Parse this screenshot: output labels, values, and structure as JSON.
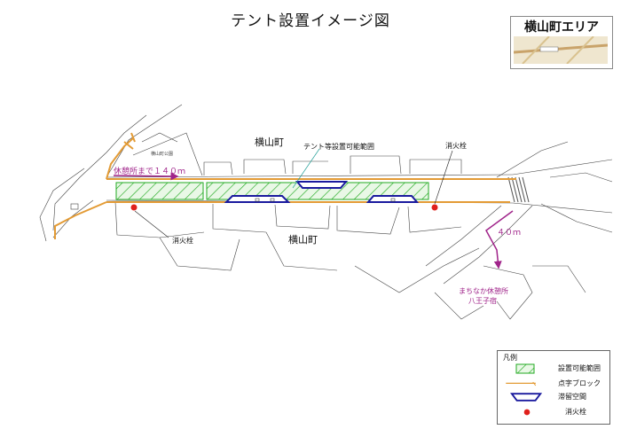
{
  "title": "テント設置イメージ図",
  "area": {
    "label": "横山町エリア"
  },
  "labels": {
    "town_north": "横山町",
    "town_south": "横山町",
    "tent_area": "テント等設置可能範囲",
    "hydrant_right": "消火栓",
    "hydrant_bottom": "消火栓",
    "rest_distance": "休憩所まで１４０ｍ",
    "distance_40": "４０ｍ",
    "rest_name_1": "まちなか休憩所",
    "rest_name_2": "八王子宿",
    "park": "横山町公園"
  },
  "legend": {
    "title": "凡例",
    "items": [
      {
        "label": "設置可能範囲",
        "icon": "hatched-area-swatch"
      },
      {
        "label": "点字ブロック",
        "icon": "tactile-paving-line"
      },
      {
        "label": "滞留空間",
        "icon": "staying-space-shape"
      },
      {
        "label": "消火栓",
        "icon": "fire-hydrant-dot"
      }
    ]
  },
  "colors": {
    "hatch": "#22aa22",
    "hatch_fill": "#e9f8e6",
    "tactile": "#e39b35",
    "staying": "#1a1a9e",
    "hydrant": "#e0201c",
    "annotation": "#a0248a",
    "leader": "#2aa29a"
  }
}
